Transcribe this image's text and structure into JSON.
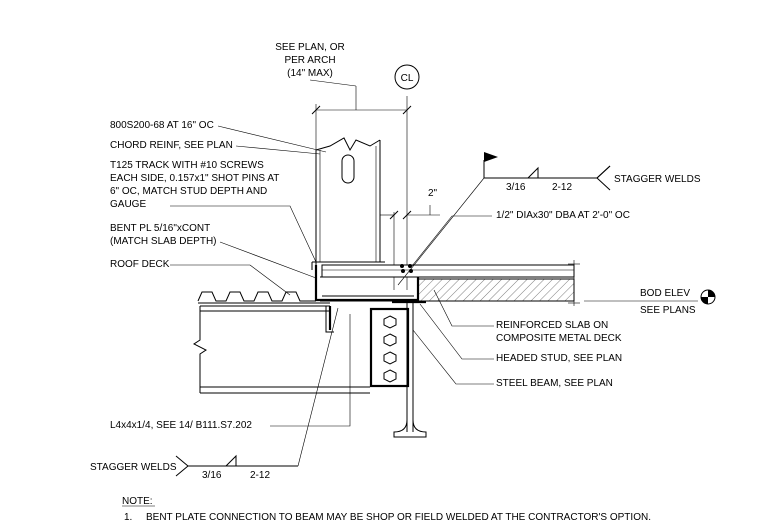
{
  "labels": {
    "see_plan_1": "SEE PLAN, OR",
    "see_plan_2": "PER ARCH",
    "see_plan_3": "(14\" MAX)",
    "cl": "CL",
    "stud": "800S200-68 AT 16\" OC",
    "chord": "CHORD REINF, SEE PLAN",
    "track_1": "T125 TRACK WITH #10 SCREWS",
    "track_2": "EACH SIDE, 0.157x1\" SHOT PINS AT",
    "track_3": "6\" OC, MATCH STUD DEPTH AND",
    "track_4": "GAUGE",
    "bent_1": "BENT PL 5/16\"xCONT",
    "bent_2": "(MATCH SLAB DEPTH)",
    "roof_deck": "ROOF DECK",
    "two_in": "2\"",
    "weld_size_top": "3/16",
    "weld_len_top": "2-12",
    "stagger_top": "STAGGER WELDS",
    "dba": "1/2\" DIAx30\" DBA AT 2'-0\" OC",
    "bod_1": "BOD ELEV",
    "bod_2": "SEE PLANS",
    "slab_1": "REINFORCED SLAB ON",
    "slab_2": "COMPOSITE METAL DECK",
    "stud_headed": "HEADED STUD, SEE PLAN",
    "steel_beam": "STEEL BEAM, SEE PLAN",
    "angle": "L4x4x1/4, SEE 14/ B111.S7.202",
    "stagger_bottom": "STAGGER WELDS",
    "weld_size_bottom": "3/16",
    "weld_len_bottom": "2-12",
    "note_title": "NOTE:",
    "note_1_num": "1.",
    "note_1": "BENT PLATE CONNECTION TO BEAM MAY BE SHOP OR FIELD WELDED AT THE CONTRACTOR'S OPTION."
  }
}
